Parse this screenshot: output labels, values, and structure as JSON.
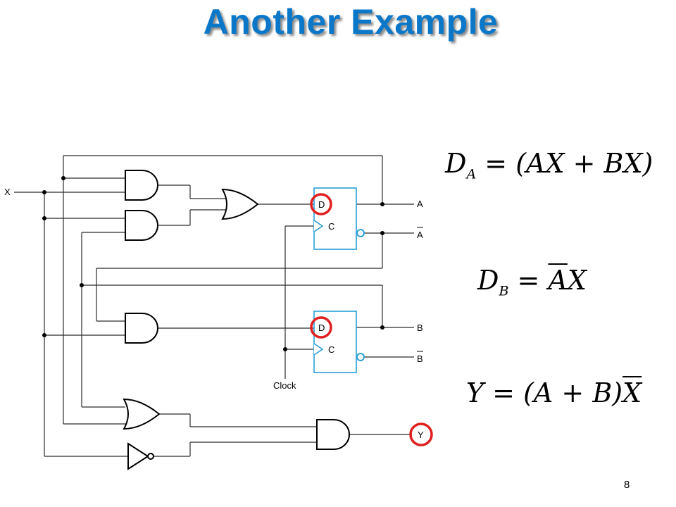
{
  "slide": {
    "title": "Another Example",
    "page_number": "8"
  },
  "circuit": {
    "input_label": "X",
    "clock_label": "Clock",
    "ff_d_label": "D",
    "ff_c_label": "C",
    "output_a": "A",
    "output_a_bar": "A",
    "output_b": "B",
    "output_b_bar": "B",
    "output_y": "Y",
    "highlight_color": "#e02020",
    "flipflop_color": "#2a9fd6"
  },
  "equations": {
    "da": {
      "lhs": "D",
      "sub": "A",
      "rhs": "= (AX + BX)"
    },
    "db": {
      "lhs": "D",
      "sub": "B",
      "eq": "=",
      "bar": "A",
      "rest": "X"
    },
    "y": {
      "lhs": "Y = (A + B)",
      "bar": "X"
    }
  },
  "colors": {
    "title": "#0b77c8"
  }
}
